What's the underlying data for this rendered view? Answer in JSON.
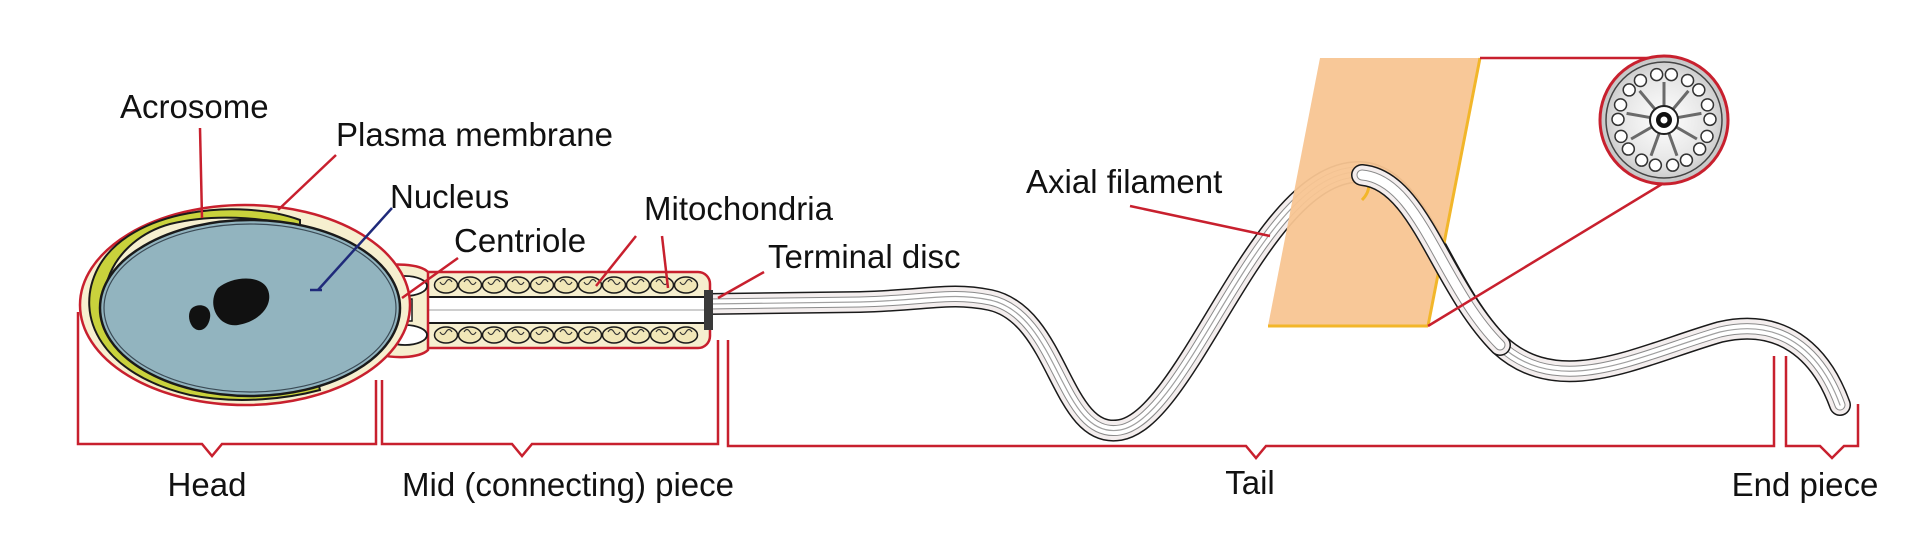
{
  "labels": {
    "acrosome": "Acrosome",
    "plasma_membrane": "Plasma membrane",
    "nucleus": "Nucleus",
    "centriole": "Centriole",
    "mitochondria": "Mitochondria",
    "terminal_disc": "Terminal disc",
    "axial_filament": "Axial filament"
  },
  "regions": {
    "head": "Head",
    "mid_piece": "Mid (connecting) piece",
    "tail": "Tail",
    "end_piece": "End piece"
  },
  "colors": {
    "leader": "#c8202e",
    "nucleus_leader": "#1f2a7a",
    "nucleus_fill": "#92b4bf",
    "acrosome_fill": "#c9d23c",
    "membrane_fill": "#f6efcf",
    "mitochondria_fill": "#f1e7b8",
    "cross_section_plane": "#f8c592",
    "plane_edge": "#f2b62a",
    "outline": "#1a1a1a"
  }
}
